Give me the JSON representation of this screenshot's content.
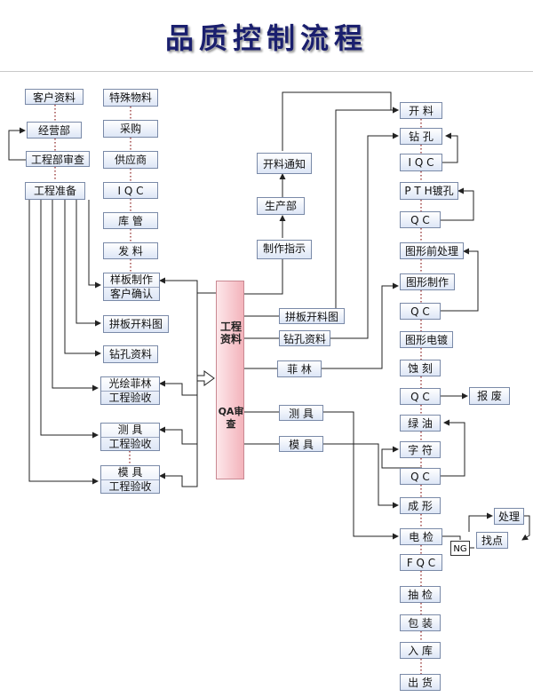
{
  "title": "品质控制流程",
  "left": {
    "customer_data": "客户资料",
    "sales_dept": "经营部",
    "eng_review": "工程部审查",
    "eng_prep": "工程准备",
    "special_material": "特殊物料",
    "purchasing": "采购",
    "supplier": "供应商",
    "iqc": "I Q C",
    "warehouse": "库 管",
    "issue_material": "发 料",
    "sample": [
      "样板制作",
      "客户确认"
    ],
    "panel_drawing": "拼板开料图",
    "drill_data": "钻孔资料",
    "photoplot": [
      "光绘菲林",
      "工程验收"
    ],
    "test_fixture": [
      "测 具",
      "工程验收"
    ],
    "mold": [
      "模 具",
      "工程验收"
    ]
  },
  "center": {
    "eng_data_vertical": "工程资料",
    "qa_review_vertical": "QA审查",
    "production_instruction": "制作指示",
    "production_dept": "生产部",
    "cutting_notice": "开料通知",
    "panel_drawing": "拼板开料图",
    "drill_data": "钻孔资料",
    "film": "菲 林",
    "test_tool": "测 具",
    "mold_tool": "模 具"
  },
  "right": {
    "cutting": "开 料",
    "drilling": "钻 孔",
    "iqc": "I Q C",
    "pth": "P T H镀孔",
    "qc1": "Q C",
    "pre_treatment": "图形前处理",
    "pattern": "图形制作",
    "qc2": "Q C",
    "plating": "图形电镀",
    "etching": "蚀 刻",
    "qc3": "Q C",
    "scrap": "报 废",
    "solder_mask": "绿 油",
    "legend": "字 符",
    "qc4": "Q C",
    "forming": "成 形",
    "e_test": "电 检",
    "ng": "NG",
    "find_point": "找点",
    "handle": "处理",
    "fqc": "F Q C",
    "sampling": "抽 检",
    "packing": "包 装",
    "storage": "入 库",
    "shipping": "出 货"
  }
}
